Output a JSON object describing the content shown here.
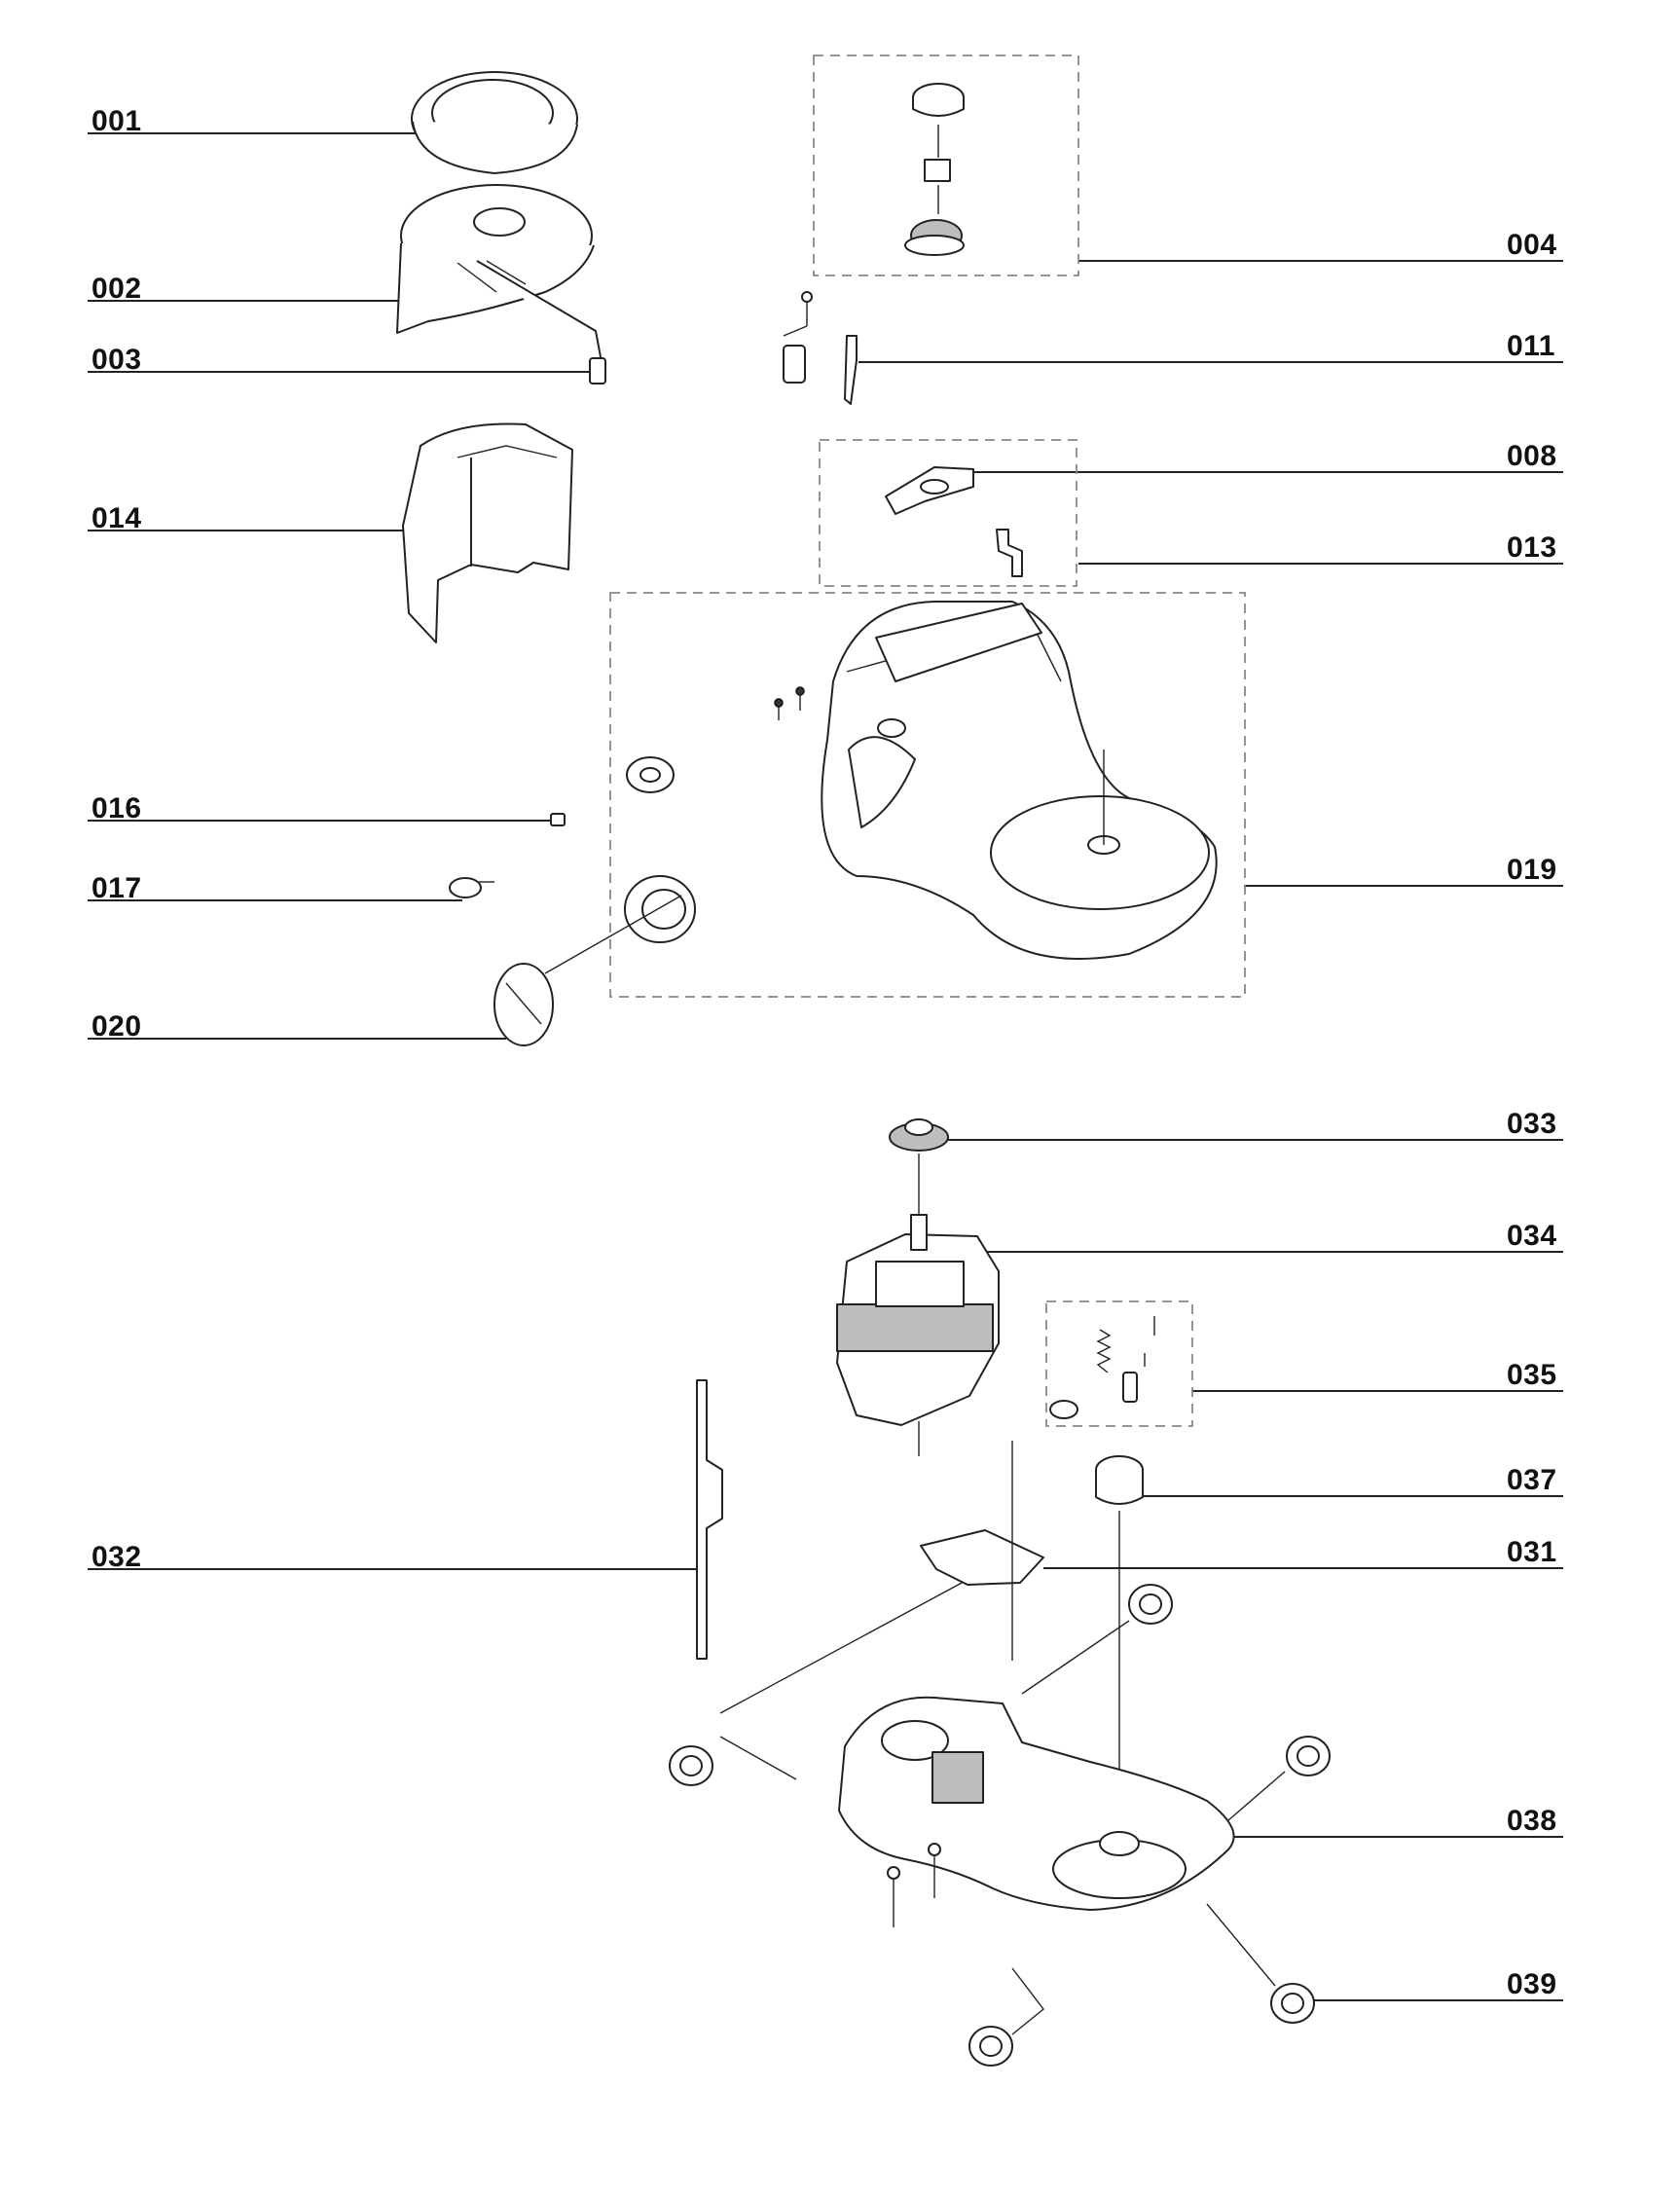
{
  "diagram": {
    "colors": {
      "line": "#222222",
      "label": "#111111",
      "callout_box": "#888888",
      "background": "#ffffff"
    },
    "callouts": [
      {
        "id": "001",
        "side": "left"
      },
      {
        "id": "002",
        "side": "left"
      },
      {
        "id": "003",
        "side": "left"
      },
      {
        "id": "004",
        "side": "right"
      },
      {
        "id": "011",
        "side": "right"
      },
      {
        "id": "008",
        "side": "right"
      },
      {
        "id": "013",
        "side": "right"
      },
      {
        "id": "014",
        "side": "left"
      },
      {
        "id": "016",
        "side": "left"
      },
      {
        "id": "017",
        "side": "left"
      },
      {
        "id": "019",
        "side": "right"
      },
      {
        "id": "020",
        "side": "left"
      },
      {
        "id": "033",
        "side": "right"
      },
      {
        "id": "034",
        "side": "right"
      },
      {
        "id": "035",
        "side": "right"
      },
      {
        "id": "037",
        "side": "right"
      },
      {
        "id": "032",
        "side": "left"
      },
      {
        "id": "031",
        "side": "right"
      },
      {
        "id": "038",
        "side": "right"
      },
      {
        "id": "039",
        "side": "right"
      }
    ]
  }
}
